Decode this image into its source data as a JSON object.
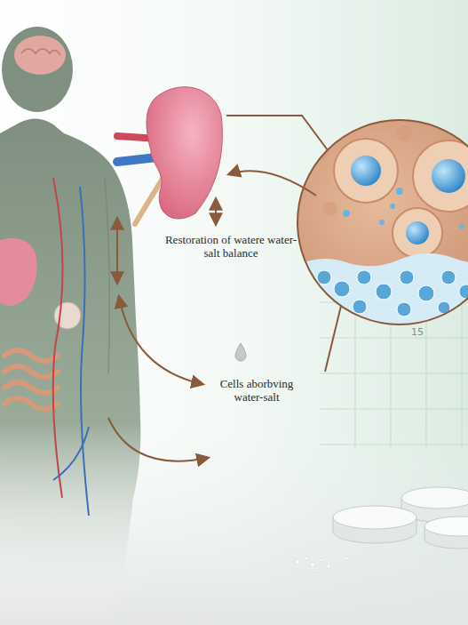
{
  "diagram": {
    "labels": [
      "Restoration of watere water-salt balance",
      "Cells aborbving water-salt",
      "15"
    ]
  }
}
